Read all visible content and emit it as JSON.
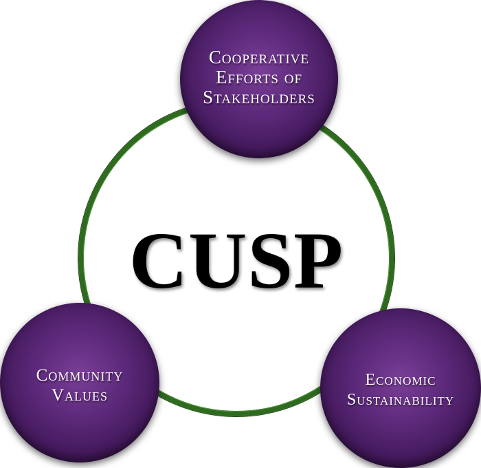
{
  "diagram": {
    "center_label": "CUSP",
    "nodes": {
      "top": "Cooperative\nEfforts of\nStakeholders",
      "left": "Community\nValues",
      "right": "Economic\nSustainability"
    },
    "colors": {
      "ring": "#2f6b1f",
      "node_fill": "#5a2878",
      "node_text": "#ffffff",
      "center_text": "#000000"
    }
  }
}
